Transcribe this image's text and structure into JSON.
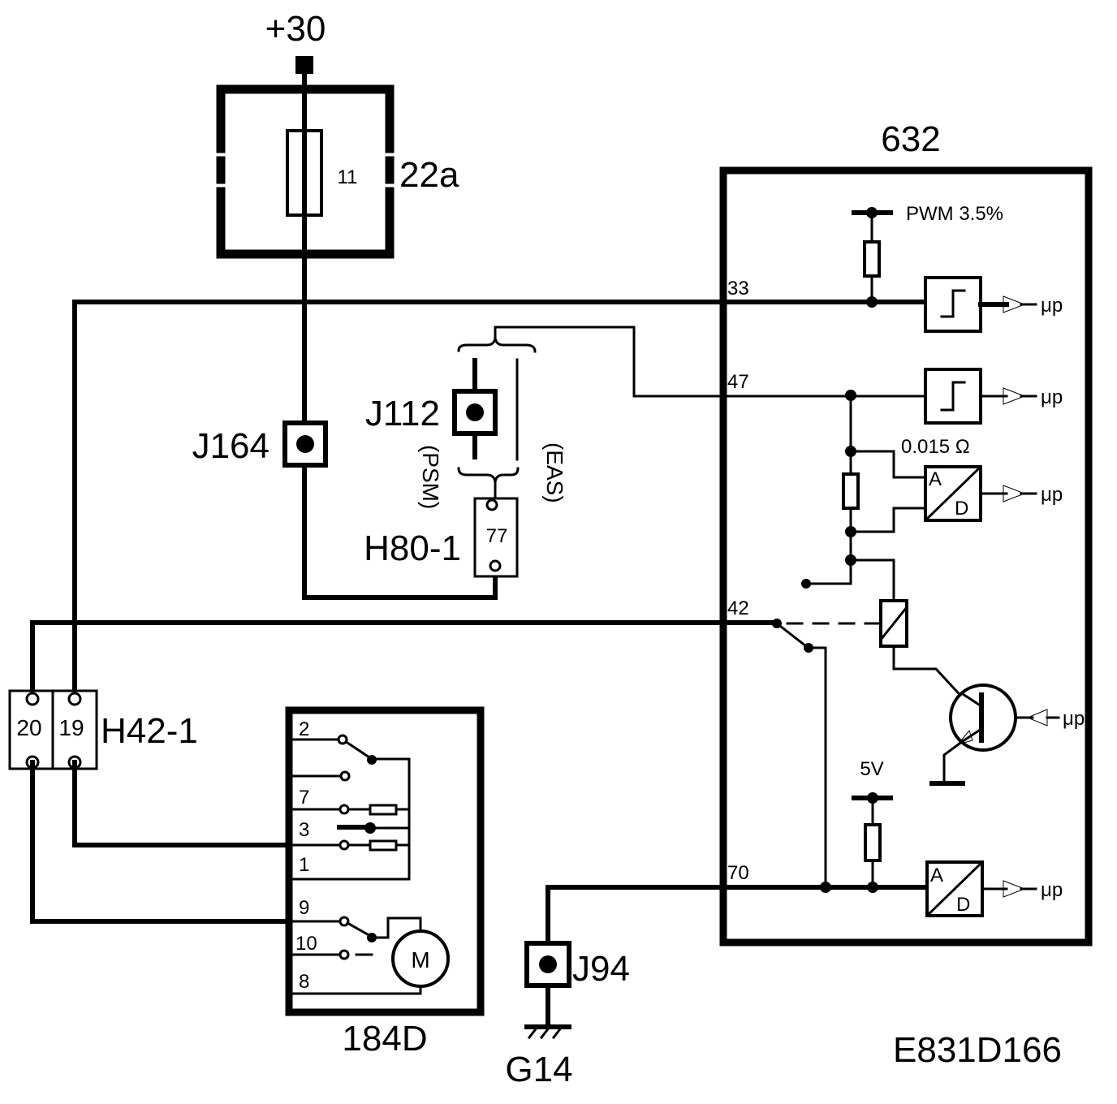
{
  "supply": {
    "terminal": "+30"
  },
  "fuse_box": {
    "id": "22a",
    "fuse": "11"
  },
  "connectors": {
    "j164": "J164",
    "j112": "J112",
    "j94": "J94",
    "h80": {
      "id": "H80-1",
      "pin": "77"
    },
    "h42": {
      "id": "H42-1",
      "pin_a": "20",
      "pin_b": "19"
    }
  },
  "options": {
    "psm": "(PSM)",
    "eas": "(EAS)"
  },
  "ground": "G14",
  "switch_unit": {
    "id": "184D",
    "pins": [
      "2",
      "7",
      "3",
      "1",
      "9",
      "10",
      "8"
    ],
    "motor": "M"
  },
  "control_module": {
    "id": "632",
    "pins": {
      "p33": "33",
      "p47": "47",
      "p42": "42",
      "p70": "70"
    },
    "pwm_label": "PWM 3.5%",
    "shunt_label": "0.015 Ω",
    "supply_label": "5V",
    "adc_a": "A",
    "adc_d": "D",
    "mcu": "μp"
  },
  "diagram_code": "E831D166"
}
